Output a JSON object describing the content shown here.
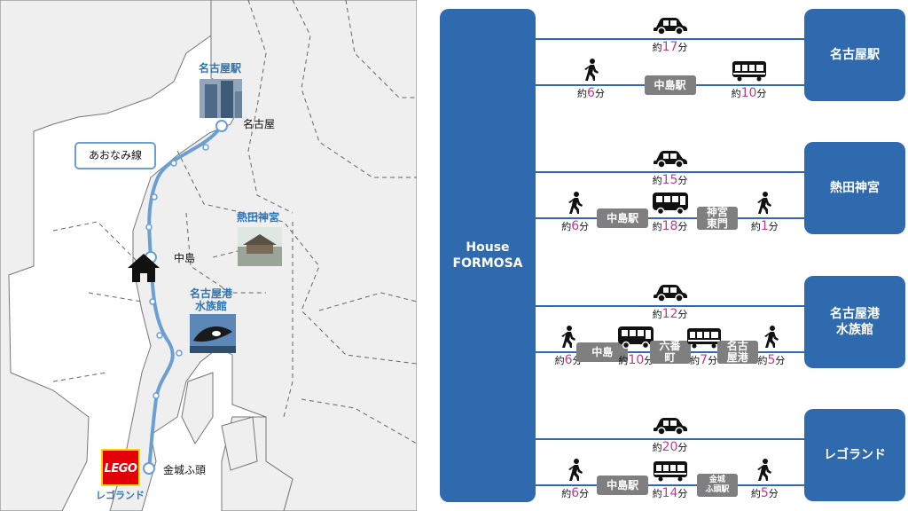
{
  "map": {
    "line_name": "あおなみ線",
    "stations": [
      {
        "name": "名古屋"
      },
      {
        "name": "中島"
      },
      {
        "name": "金城ふ頭"
      }
    ],
    "landmarks": [
      {
        "name": "名古屋駅"
      },
      {
        "name": "熱田神宮"
      },
      {
        "name": "名古屋港\n水族館"
      }
    ],
    "lego_logo": "LEGO",
    "lego_caption": "レゴランド",
    "colors": {
      "line": "#6a9fd4",
      "labels": "#2e75b6"
    }
  },
  "origin": "House\nFORMOSA",
  "icons": {
    "car": "car-icon",
    "walk": "walking-person-icon",
    "tram": "tram-icon",
    "bus": "bus-icon"
  },
  "colors": {
    "panel": "#2e6aad",
    "stop": "#7f7f7f",
    "minutes": "#c0398f"
  },
  "destinations": [
    {
      "name": "名古屋駅",
      "car": {
        "prefix": "約",
        "min": "17",
        "unit": "分"
      },
      "transit": {
        "segments": [
          {
            "mode": "walk",
            "prefix": "約",
            "min": "6",
            "unit": "分"
          },
          {
            "stop": "中島駅"
          },
          {
            "mode": "tram",
            "prefix": "約",
            "min": "10",
            "unit": "分"
          }
        ]
      }
    },
    {
      "name": "熱田神宮",
      "car": {
        "prefix": "約",
        "min": "15",
        "unit": "分"
      },
      "transit": {
        "segments": [
          {
            "mode": "walk",
            "prefix": "約",
            "min": "6",
            "unit": "分"
          },
          {
            "stop": "中島駅"
          },
          {
            "mode": "bus",
            "prefix": "約",
            "min": "18",
            "unit": "分"
          },
          {
            "stop": "神宮\n東門"
          },
          {
            "mode": "walk",
            "prefix": "約",
            "min": "1",
            "unit": "分"
          }
        ]
      }
    },
    {
      "name": "名古屋港\n水族館",
      "car": {
        "prefix": "約",
        "min": "12",
        "unit": "分"
      },
      "transit": {
        "segments": [
          {
            "mode": "walk",
            "prefix": "約",
            "min": "6",
            "unit": "分"
          },
          {
            "stop": "中島"
          },
          {
            "mode": "bus",
            "prefix": "約",
            "min": "10",
            "unit": "分"
          },
          {
            "stop": "六番\n町"
          },
          {
            "mode": "tram",
            "prefix": "約",
            "min": "7",
            "unit": "分"
          },
          {
            "stop": "名古\n屋港"
          },
          {
            "mode": "walk",
            "prefix": "約",
            "min": "5",
            "unit": "分"
          }
        ]
      }
    },
    {
      "name": "レゴランド",
      "car": {
        "prefix": "約",
        "min": "20",
        "unit": "分"
      },
      "transit": {
        "segments": [
          {
            "mode": "walk",
            "prefix": "約",
            "min": "6",
            "unit": "分"
          },
          {
            "stop": "中島駅"
          },
          {
            "mode": "tram",
            "prefix": "約",
            "min": "14",
            "unit": "分"
          },
          {
            "stop": "金城\nふ頭駅"
          },
          {
            "mode": "walk",
            "prefix": "約",
            "min": "5",
            "unit": "分"
          }
        ]
      }
    }
  ]
}
